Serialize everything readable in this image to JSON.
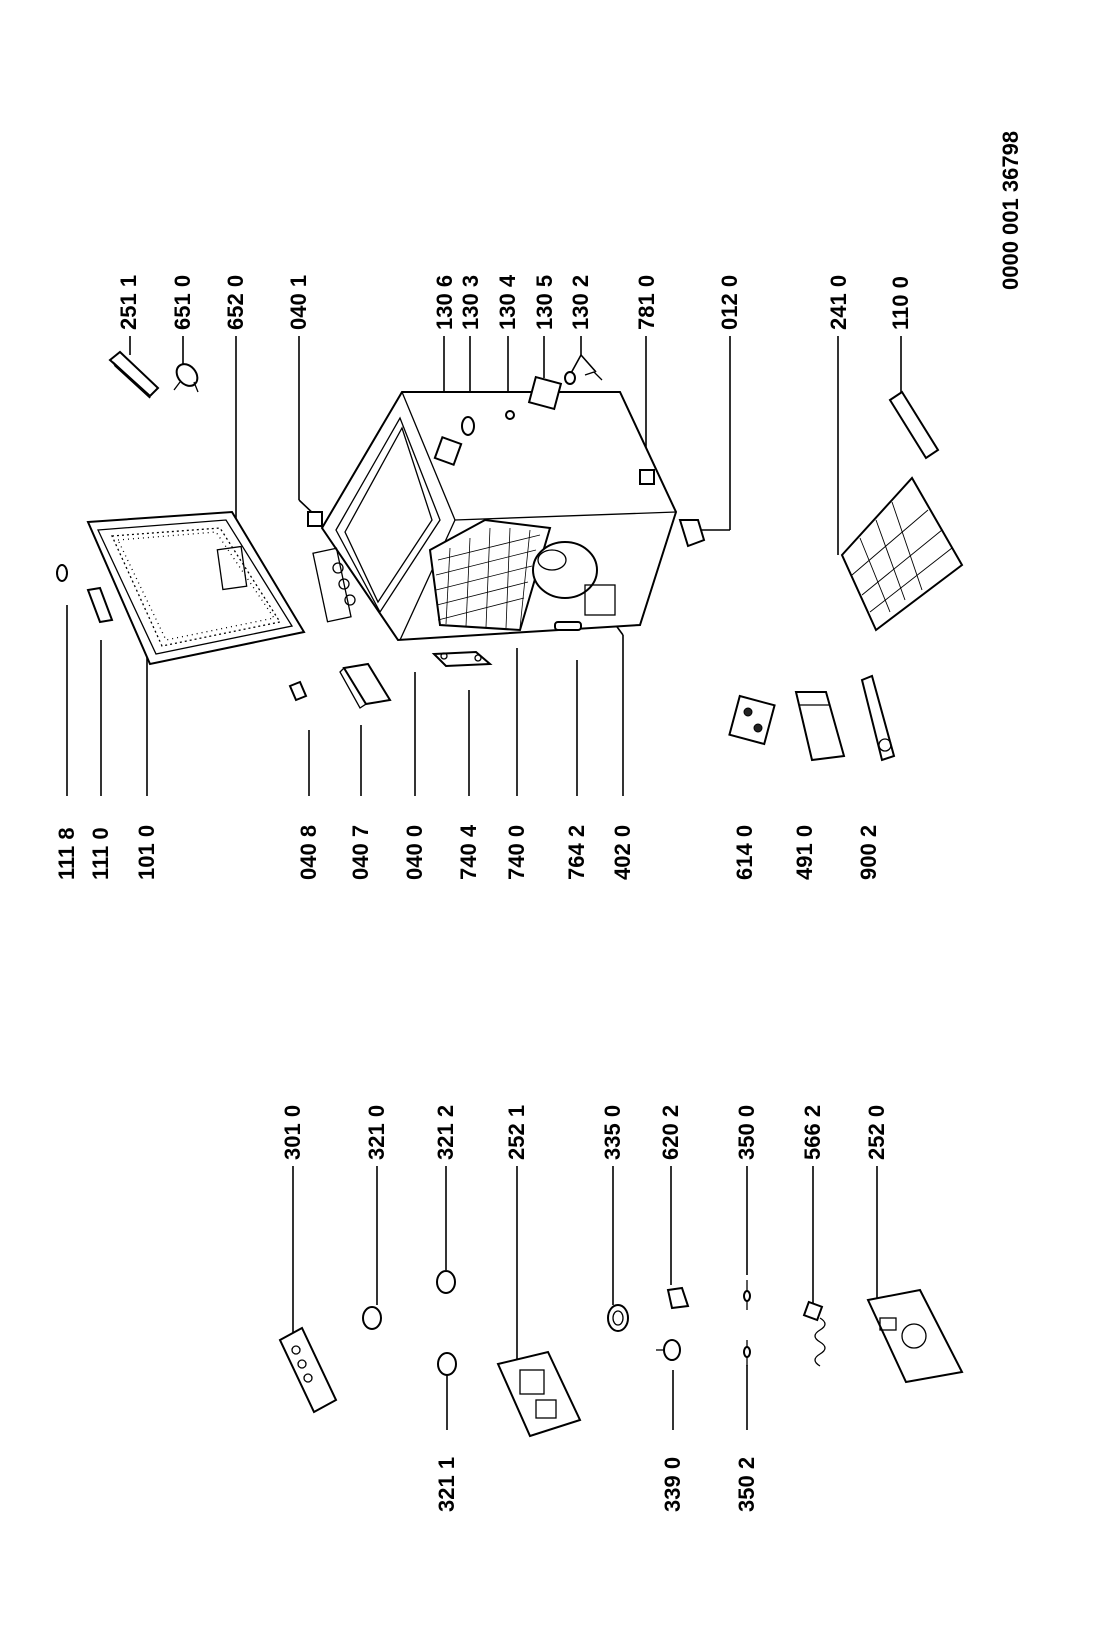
{
  "document_id": "0000 001 36798",
  "labels": {
    "l_2511": "251 1",
    "l_6510": "651 0",
    "l_6520": "652 0",
    "l_0401": "040 1",
    "l_1306": "130 6",
    "l_1303": "130 3",
    "l_1304": "130 4",
    "l_1305": "130 5",
    "l_1302": "130 2",
    "l_7810": "781 0",
    "l_0120": "012 0",
    "l_2410": "241 0",
    "l_1100": "110 0",
    "l_1118": "111 8",
    "l_1110": "111 0",
    "l_1010": "101 0",
    "l_0408": "040 8",
    "l_0407": "040 7",
    "l_0400": "040 0",
    "l_7404": "740 4",
    "l_7400": "740 0",
    "l_7642": "764 2",
    "l_4020": "402 0",
    "l_6140": "614 0",
    "l_4910": "491 0",
    "l_9002": "900 2",
    "l_3010": "301 0",
    "l_3210": "321 0",
    "l_3212": "321 2",
    "l_2521": "252 1",
    "l_3350": "335 0",
    "l_6202": "620 2",
    "l_3500": "350 0",
    "l_5662": "566 2",
    "l_2520": "252 0",
    "l_3211": "321 1",
    "l_3390": "339 0",
    "l_3502": "350 2"
  }
}
